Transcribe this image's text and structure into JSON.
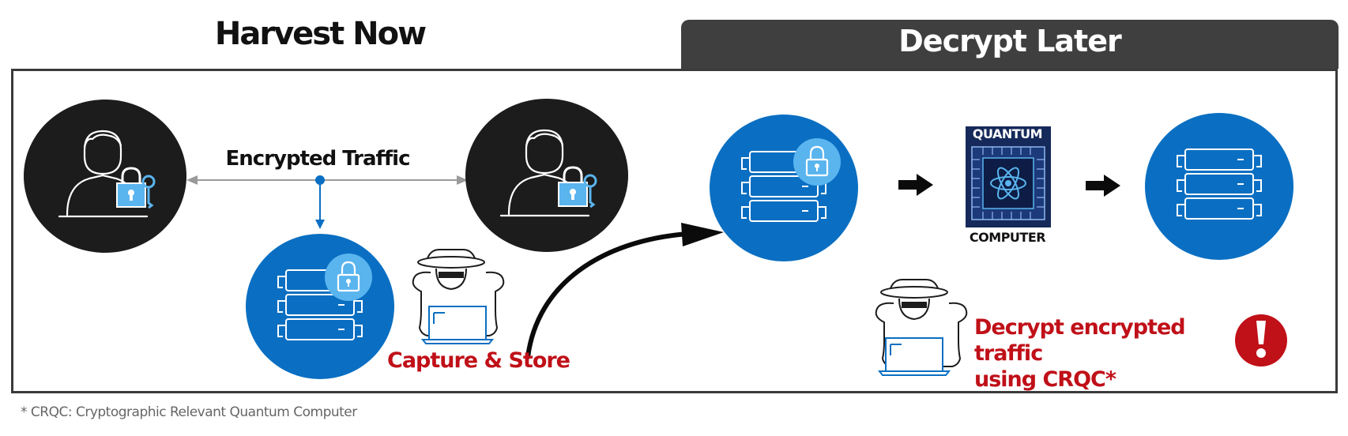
{
  "header": {
    "left_title": "Harvest Now",
    "right_title": "Decrypt Later"
  },
  "diagram": {
    "traffic_label": "Encrypted Traffic",
    "capture_label": "Capture & Store",
    "quantum_top": "QUANTUM",
    "quantum_bottom": "COMPUTER",
    "decrypt_label_line1": "Decrypt encrypted traffic",
    "decrypt_label_line2": "using CRQC*"
  },
  "footnote": "* CRQC: Cryptographic Relevant Quantum Computer",
  "colors": {
    "accent_blue": "#0a6fc2",
    "light_blue": "#5ab4ee",
    "dark_circle": "#1c1c1c",
    "alert_red": "#c01018",
    "header_bar": "#3f3f3f",
    "chip_navy": "#15295a"
  },
  "icons": [
    "user-lock-icon",
    "server-lock-icon",
    "hacker-icon",
    "quantum-chip-icon",
    "server-icon",
    "alert-icon",
    "arrow-right-icon"
  ]
}
